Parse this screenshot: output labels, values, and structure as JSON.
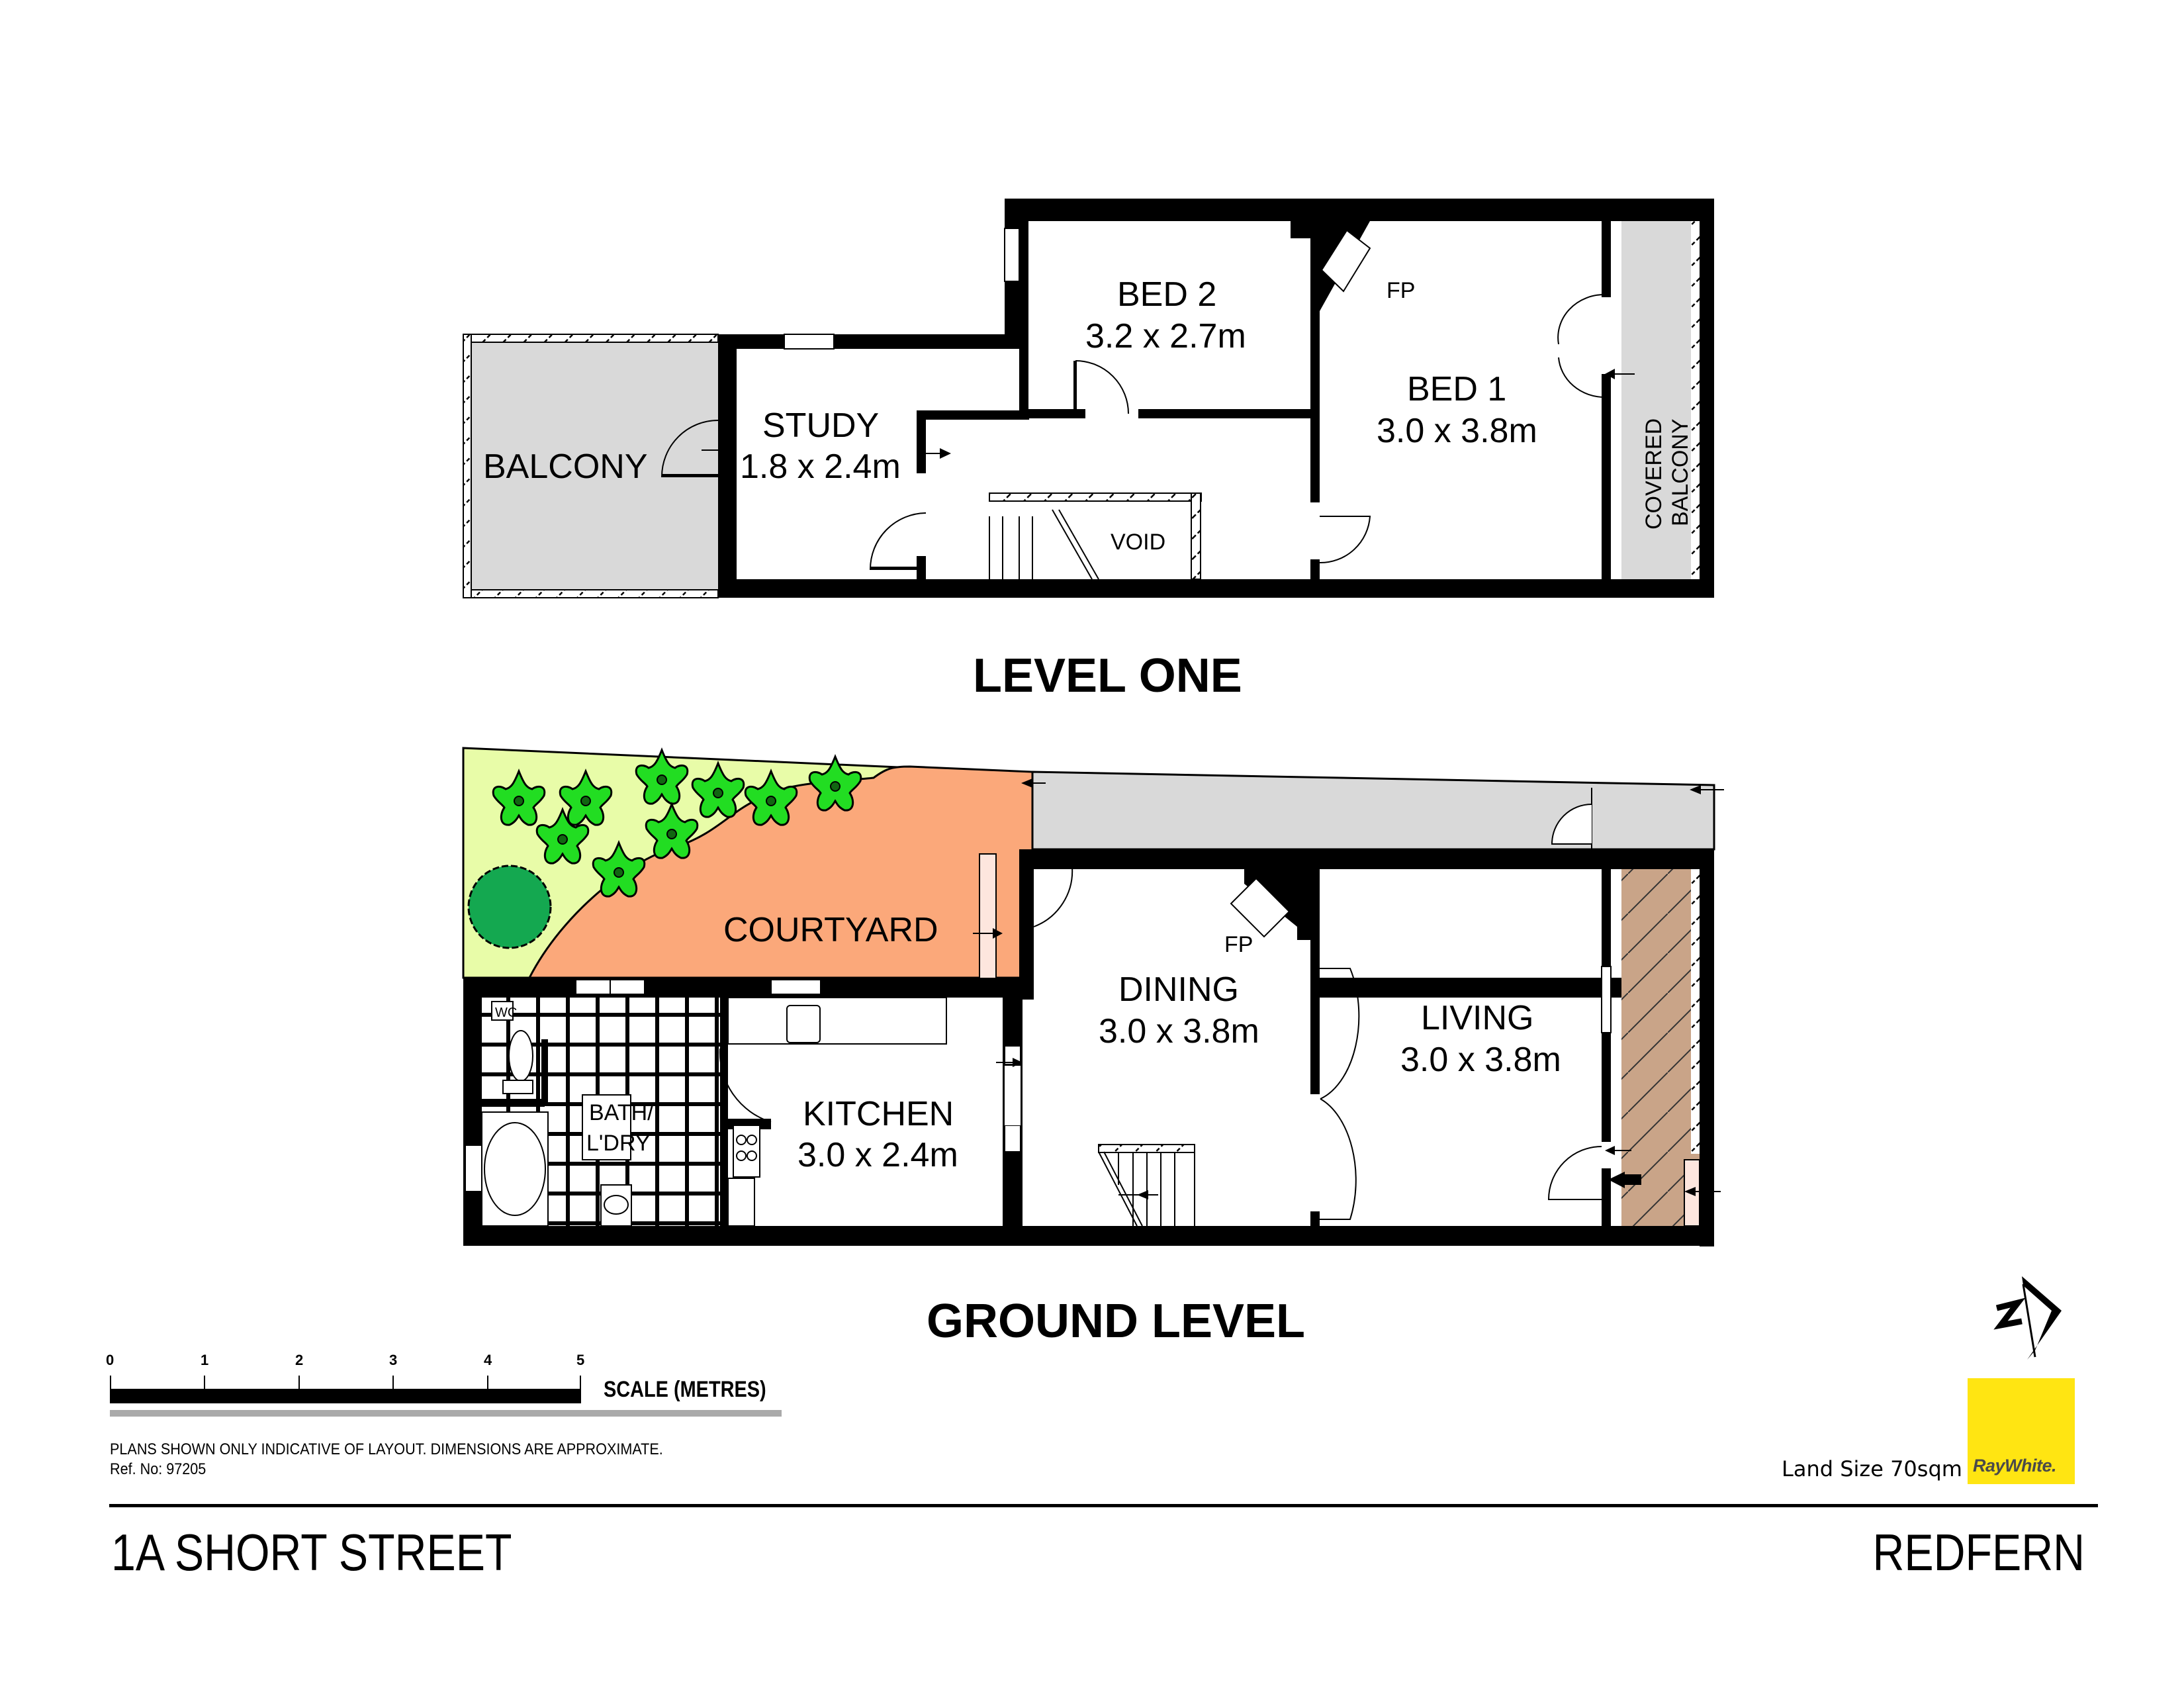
{
  "level_one": {
    "title": "LEVEL ONE",
    "rooms": [
      {
        "name": "BALCONY",
        "dims": ""
      },
      {
        "name": "STUDY",
        "dims": "1.8 x 2.4m"
      },
      {
        "name": "BED 2",
        "dims": "3.2 x 2.7m"
      },
      {
        "name": "BED 1",
        "dims": "3.0 x 3.8m"
      },
      {
        "name": "VOID",
        "dims": ""
      },
      {
        "name": "FP",
        "dims": ""
      },
      {
        "name": "COVERED",
        "dims": "BALCONY"
      }
    ]
  },
  "ground_level": {
    "title": "GROUND LEVEL",
    "rooms": [
      {
        "name": "COURTYARD",
        "dims": ""
      },
      {
        "name": "DINING",
        "dims": "3.0 x 3.8m"
      },
      {
        "name": "LIVING",
        "dims": "3.0 x 3.8m"
      },
      {
        "name": "KITCHEN",
        "dims": "3.0 x 2.4m"
      },
      {
        "name": "BATH/",
        "dims": "L'DRY"
      },
      {
        "name": "WC",
        "dims": ""
      },
      {
        "name": "FP",
        "dims": ""
      }
    ]
  },
  "scale": {
    "label": "SCALE (METRES)",
    "ticks": [
      "0",
      "1",
      "2",
      "3",
      "4",
      "5"
    ]
  },
  "disclaimer": {
    "line1": "PLANS SHOWN ONLY INDICATIVE OF LAYOUT.  DIMENSIONS ARE APPROXIMATE.",
    "line2": "Ref. No: 97205"
  },
  "land_size": "Land Size 70sqm",
  "brand": {
    "name": "RayWhite.",
    "color": "#FFE512",
    "text_color": "#4a4a4a"
  },
  "footer": {
    "street": "1A SHORT STREET",
    "suburb": "REDFERN"
  },
  "colors": {
    "wall": "#000000",
    "balcony": "#D9D9D9",
    "courtyard": "#FBA87A",
    "garden": "#E8FCA8",
    "shrub": "#22DD22",
    "tree": "#14A850",
    "deck": "#C9A488",
    "step": "#FDE6DE"
  }
}
